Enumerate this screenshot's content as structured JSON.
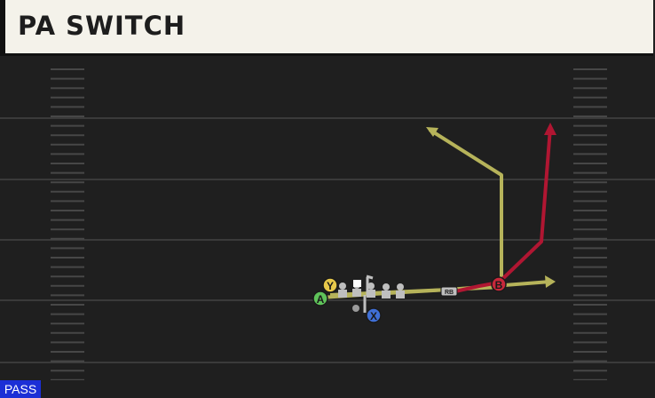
{
  "header": {
    "title": "PA SWITCH"
  },
  "badge": {
    "label": "PASS"
  },
  "colors": {
    "route_olive": "#b6b35a",
    "route_red": "#b01632",
    "field_bg": "#1f1f1f",
    "yard_line": "#3a3a3a",
    "hash": "#4a4a4a",
    "lineman": "#bfbfbf",
    "receiver_a": "#5fc35a",
    "receiver_y": "#e8c94a",
    "receiver_x": "#3f6fd6",
    "receiver_b": "#c8283a",
    "badge_bg": "#1c2fd6"
  },
  "players": [
    {
      "id": "A",
      "label": "A",
      "color": "receiver_a"
    },
    {
      "id": "Y",
      "label": "Y",
      "color": "receiver_y"
    },
    {
      "id": "X",
      "label": "X",
      "color": "receiver_x"
    },
    {
      "id": "B",
      "label": "B",
      "color": "receiver_b"
    },
    {
      "id": "RB",
      "label": "RB",
      "color": "lineman"
    }
  ]
}
